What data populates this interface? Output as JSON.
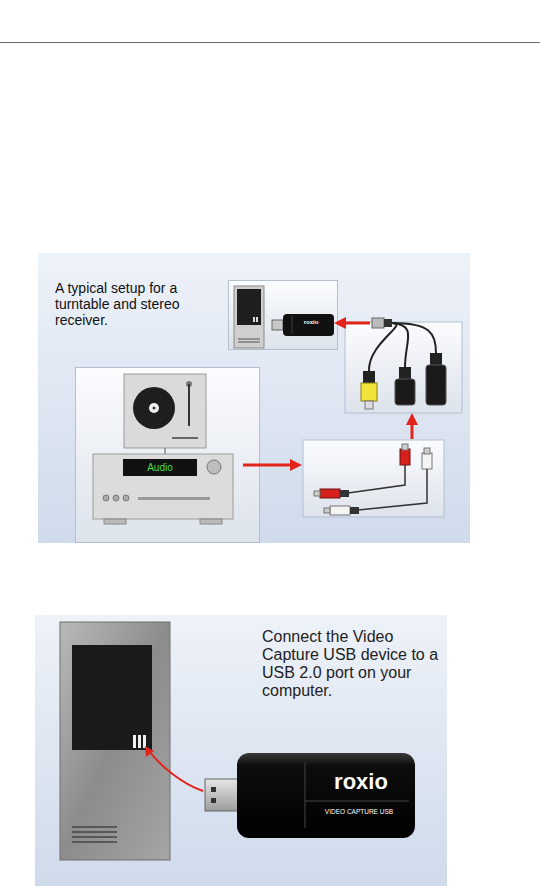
{
  "diagram": {
    "nodes": [
      {
        "text": [
          "A typical setup for a turntable and stereo receiver."
        ]
      },
      {
        "text": [
          "roxio"
        ],
        "in": 0
      },
      {
        "text": [
          "Audio"
        ],
        "in": 0
      },
      {
        "text": [
          "Connect the Video Capture USB device to a USB 2.0 port on your computer."
        ]
      },
      {
        "text": [
          "roxio",
          "VIDEO CAPTURE USB"
        ],
        "in": 3
      }
    ]
  }
}
